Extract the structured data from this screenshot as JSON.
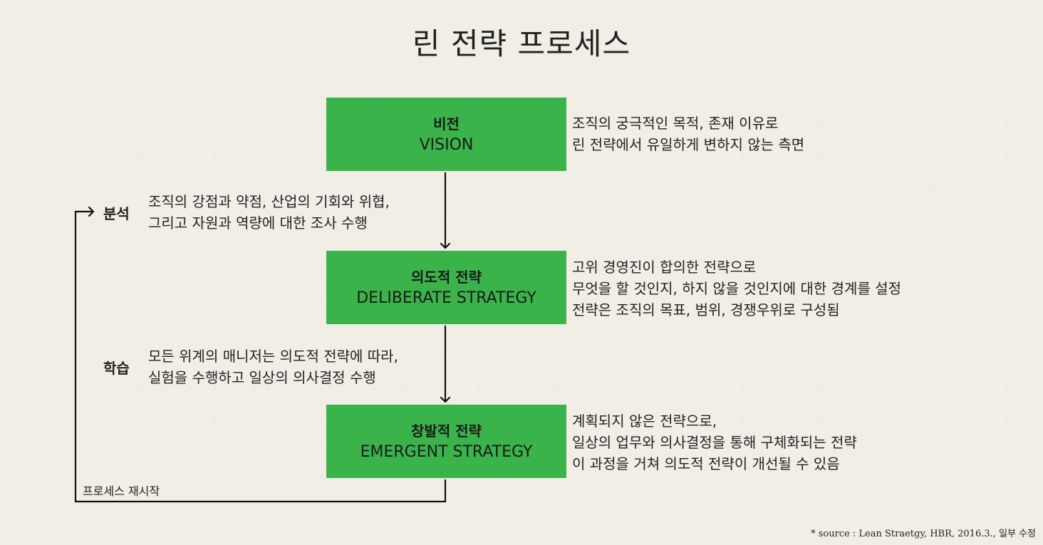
{
  "title": "린 전략 프로세스",
  "boxes": {
    "vision": {
      "ko": "비전",
      "en": "VISION"
    },
    "deliberate": {
      "ko": "의도적 전략",
      "en": "DELIBERATE STRATEGY"
    },
    "emergent": {
      "ko": "창발적 전략",
      "en": "EMERGENT STRATEGY"
    }
  },
  "descriptions": {
    "vision": [
      "조직의 궁극적인 목적, 존재 이유로",
      "린 전략에서 유일하게 변하지 않는 측면"
    ],
    "deliberate": [
      "고위 경영진이 합의한 전략으로",
      "무엇을 할 것인지, 하지 않을 것인지에 대한 경계를 설정",
      "전략은 조직의 목표, 범위, 경쟁우위로 구성됨"
    ],
    "emergent": [
      "계획되지 않은 전략으로,",
      "일상의 업무와 의사결정을 통해 구체화되는 전략",
      "이 과정을 거쳐 의도적 전략이 개선될 수 있음"
    ]
  },
  "side": {
    "analysis": {
      "label": "분석",
      "lines": [
        "조직의 강점과 약점, 산업의 기회와 위협,",
        "그리고 자원과 역량에 대한 조사 수행"
      ]
    },
    "learning": {
      "label": "학습",
      "lines": [
        "모든 위계의 매니저는 의도적 전략에 따라,",
        "실험을 수행하고 일상의 의사결정 수행"
      ]
    }
  },
  "restart_label": "프로세스 재시작",
  "source": "* source : Lean Straetgy, HBR, 2016.3., 일부 수정",
  "colors": {
    "box": "#3bb34b",
    "background": "#f1eee6",
    "line": "#111111"
  }
}
